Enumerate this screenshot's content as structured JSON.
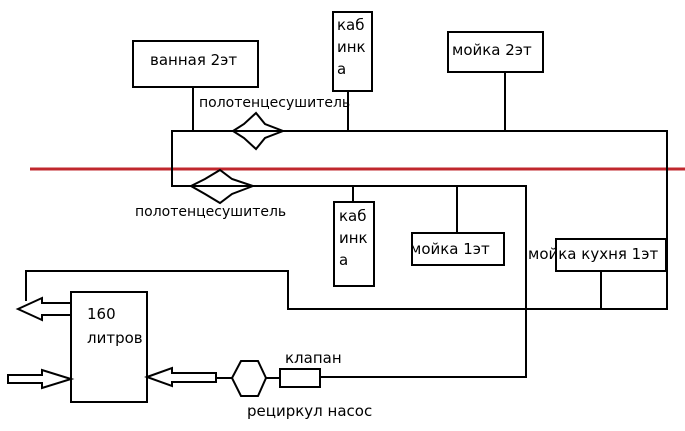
{
  "colors": {
    "line": "#000000",
    "level_line": "#c0272d",
    "background": "#ffffff"
  },
  "fixtures": {
    "bath_floor2": "ванная 2эт",
    "cabin_floor2": [
      "каб",
      "инк",
      "а"
    ],
    "sink_floor2": "мойка 2эт",
    "cabin_floor1": [
      "каб",
      "инк",
      "а"
    ],
    "sink_floor1": "мойка 1эт",
    "sink_kitchen": "мойка кухня 1эт"
  },
  "towel_dryer_upper": "полотенцесушитель",
  "towel_dryer_lower": "полотенцесушитель",
  "tank": [
    "160",
    "литров"
  ],
  "valve": "клапан",
  "pump": "рециркул насос",
  "icons": [
    "towel-dryer-star-icon",
    "pump-hexagon-icon",
    "arrow-left-icon",
    "arrow-right-icon"
  ]
}
